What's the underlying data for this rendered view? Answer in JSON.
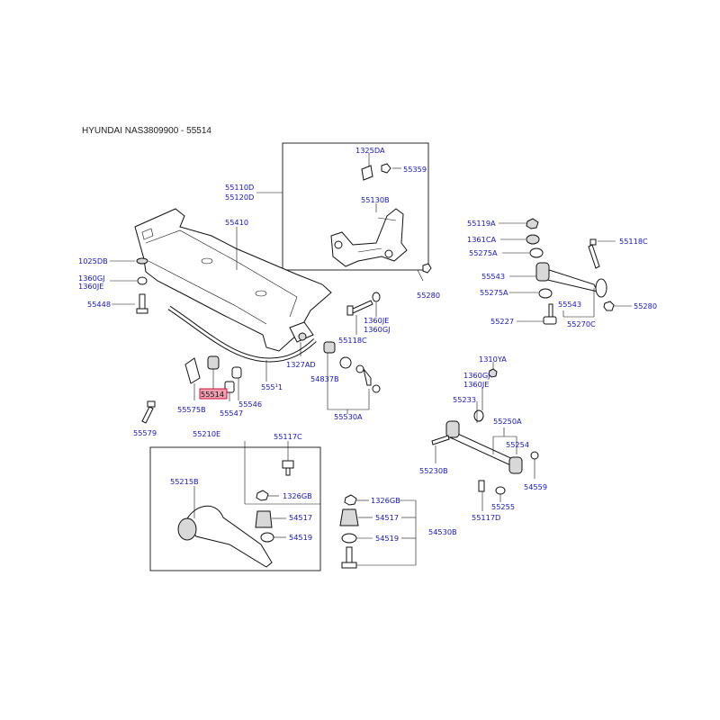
{
  "header": {
    "title": "HYUNDAI NAS3809900 - 55514"
  },
  "highlight": {
    "part": "55514",
    "color": "#f0a0b0"
  },
  "label_color": "#1515c8",
  "labels": {
    "p1325DA": "1325DA",
    "p55359": "55359",
    "p55110D": "55110D",
    "p55120D": "55120D",
    "p55130B": "55130B",
    "p55410": "55410",
    "p55119A": "55119A",
    "p1361CA": "1361CA",
    "p55275A_top": "55275A",
    "p55118C_right": "55118C",
    "p1025DB": "1025DB",
    "p1360GJ_left": "1360GJ",
    "p1360JE_left": "1360JE",
    "p55448": "55448",
    "p55543_a": "55543",
    "p55275A_mid": "55275A",
    "p55543_b": "55543",
    "p55280_right": "55280",
    "p55227": "55227",
    "p55270C": "55270C",
    "p55280_mid": "55280",
    "p1360JE_mid": "1360JE",
    "p1360GJ_mid": "1360GJ",
    "p55118C_mid": "55118C",
    "p1327AD": "1327AD",
    "p55511": "555¹1",
    "p54837B": "54837B",
    "p55514": "55514",
    "p55575B": "55575B",
    "p55547": "55547",
    "p55546": "55546",
    "p55530A": "55530A",
    "p1310YA": "1310YA",
    "p1360GJ_r": "1360GJ",
    "p1360JE_r": "1360JE",
    "p55233": "55233",
    "p55250A": "55250A",
    "p55254": "55254",
    "p55579": "55579",
    "p55210E": "55210E",
    "p55117C": "55117C",
    "p55230B": "55230B",
    "p54559": "54559",
    "p55215B": "55215B",
    "p1326GB_left": "1326GB",
    "p1326GB_right": "1326GB",
    "p55255": "55255",
    "p55117D": "55117D",
    "p54517_left": "54517",
    "p54517_right": "54517",
    "p54519_left": "54519",
    "p54519_right": "54519",
    "p54530B": "54530B"
  }
}
